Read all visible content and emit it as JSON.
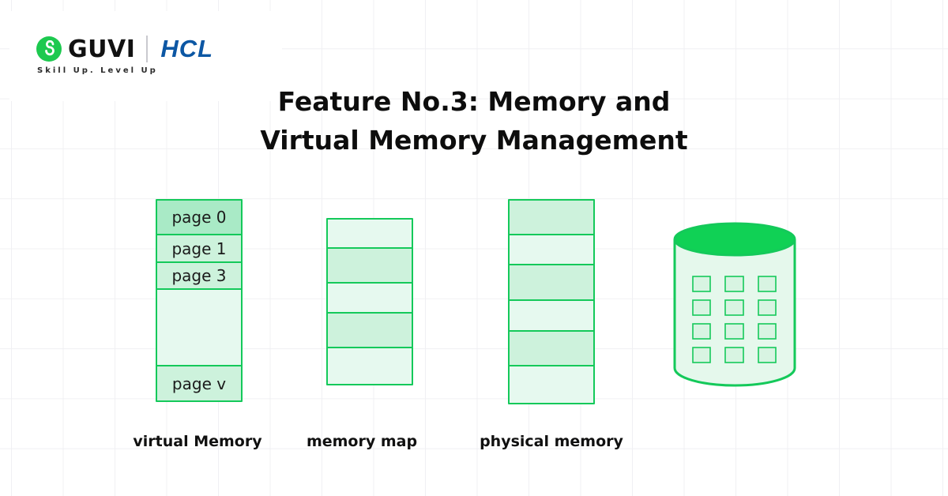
{
  "brand": {
    "guvi_label": "GUVI",
    "hcl_label": "HCL",
    "tagline": "Skill Up. Level Up",
    "guvi_green": "#1dc94f",
    "hcl_blue": "#0c57a4"
  },
  "title": {
    "line1": "Feature No.3: Memory and",
    "line2": "Virtual Memory Management"
  },
  "diagram": {
    "accent_green": "#14c95a",
    "virtual_memory": {
      "label": "virtual Memory",
      "pages": [
        "page 0",
        "page 1",
        "page 3",
        "",
        "page v"
      ]
    },
    "memory_map": {
      "label": "memory map",
      "cell_count": 5
    },
    "physical_memory": {
      "label": "physical memory",
      "cell_count": 6
    },
    "disk": {
      "grid_rows": 4,
      "grid_cols": 3,
      "top_fill": "#10d155",
      "body_fill": "#e5f8ec"
    }
  }
}
